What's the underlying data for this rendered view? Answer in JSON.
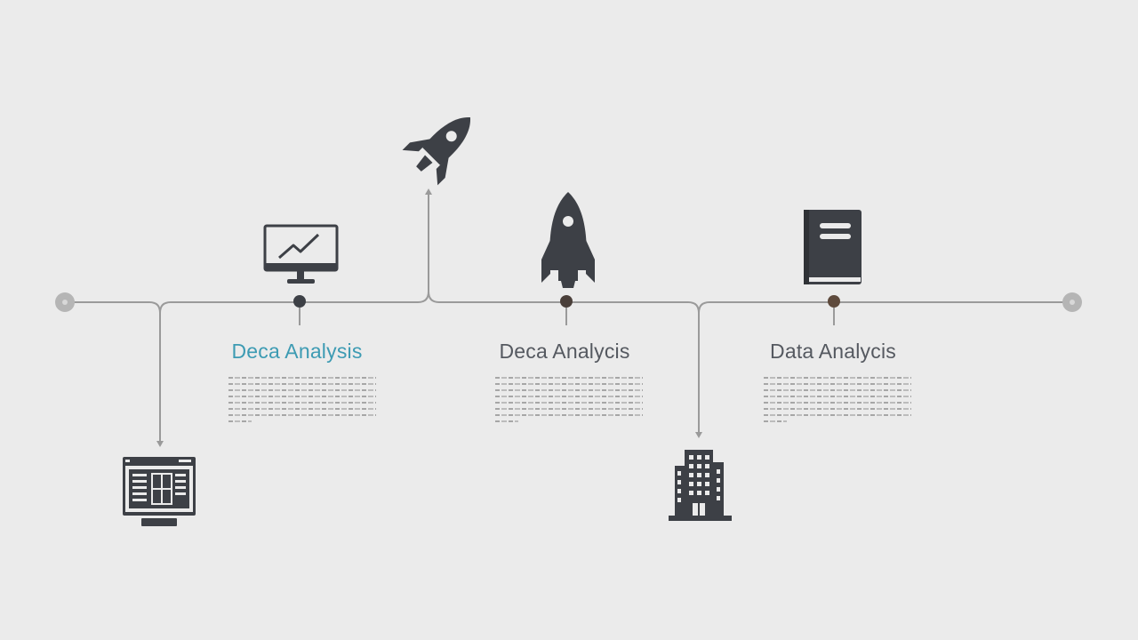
{
  "colors": {
    "background": "#ebebeb",
    "line": "#9a9a9a",
    "icon": "#3d4046",
    "accent_label": "#3d9bb3",
    "label": "#555960",
    "node_dark": "#3d4046",
    "node_brown": "#5e4a3c",
    "end_node": "#b5b5b5"
  },
  "milestones": [
    {
      "label": "Deca Analysis",
      "color": "#3d9bb3",
      "icon": "monitor-chart-icon"
    },
    {
      "label": "Deca Analycis",
      "color": "#555960",
      "icon": "rocket-upright-icon"
    },
    {
      "label": "Data Analycis",
      "color": "#555960",
      "icon": "book-icon"
    }
  ],
  "branch_icons": [
    "dashboard-window-icon",
    "rocket-diagonal-icon",
    "office-building-icon"
  ]
}
